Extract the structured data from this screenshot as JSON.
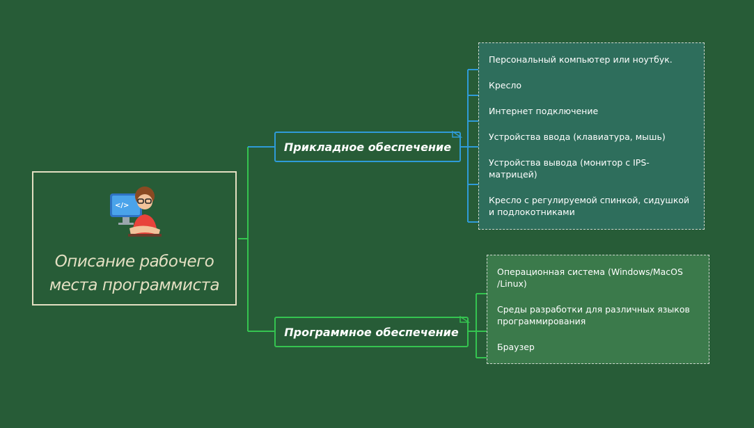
{
  "root": {
    "title": "Описание рабочего\nместа программиста",
    "avatar_icon": "programmer-avatar-icon",
    "code_glyph": "</>"
  },
  "branches": [
    {
      "label": "Прикладное обеспечение",
      "color": "#2f9bd8",
      "items": [
        "Персональный компьютер или ноутбук.",
        "Кресло",
        "Интернет подключение",
        "Устройства ввода (клавиатура, мышь)",
        "Устройства вывода (монитор с IPS-матрицей)",
        "Кресло с регулируемой спинкой, сидушкой и подлокотниками"
      ]
    },
    {
      "label": "Программное обеспечение",
      "color": "#35c450",
      "items": [
        "Операционная система (Windows/MacOS /Linux)",
        "Среды разработки для различных языков программирования",
        "Браузер"
      ]
    }
  ],
  "colors": {
    "background": "#275c37",
    "root_border": "#e3dfc2",
    "group_app_fill": "#2e6e5c",
    "group_sw_fill": "#3b7a4b"
  }
}
